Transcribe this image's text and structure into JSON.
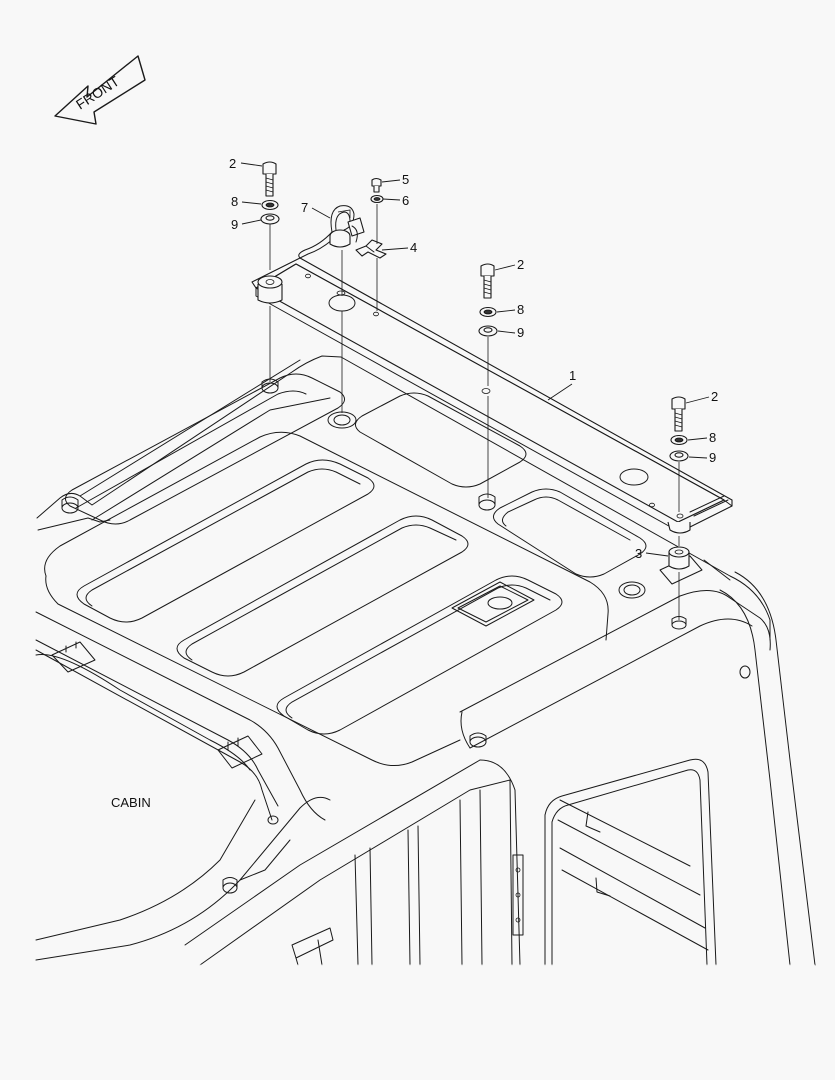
{
  "front_arrow": {
    "label": "FRONT"
  },
  "cabin_label": "CABIN",
  "callouts": [
    {
      "id": "c2a",
      "num": "2"
    },
    {
      "id": "c8a",
      "num": "8"
    },
    {
      "id": "c9a",
      "num": "9"
    },
    {
      "id": "c7",
      "num": "7"
    },
    {
      "id": "c5",
      "num": "5"
    },
    {
      "id": "c6",
      "num": "6"
    },
    {
      "id": "c4",
      "num": "4"
    },
    {
      "id": "c2b",
      "num": "2"
    },
    {
      "id": "c8b",
      "num": "8"
    },
    {
      "id": "c9b",
      "num": "9"
    },
    {
      "id": "c1",
      "num": "1"
    },
    {
      "id": "c2c",
      "num": "2"
    },
    {
      "id": "c8c",
      "num": "8"
    },
    {
      "id": "c9c",
      "num": "9"
    },
    {
      "id": "c3",
      "num": "3"
    }
  ]
}
